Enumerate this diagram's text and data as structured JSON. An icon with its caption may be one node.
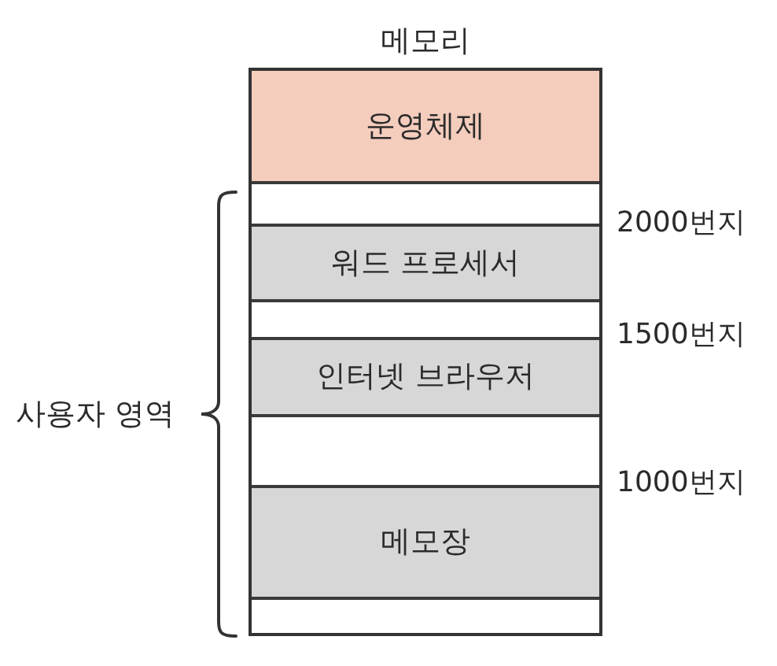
{
  "diagram": {
    "nodes": [
      {
        "text": [
          "메모리"
        ]
      },
      {
        "text": [
          "운영체제"
        ],
        "in": 0
      },
      {
        "text": [],
        "shape": "box",
        "in": 0
      },
      {
        "text": [
          "워드 프로세서"
        ],
        "in": 0
      },
      {
        "text": [],
        "shape": "box",
        "in": 0
      },
      {
        "text": [
          "인터넷 브라우저"
        ],
        "in": 0
      },
      {
        "text": [],
        "shape": "box",
        "in": 0
      },
      {
        "text": [
          "메모장"
        ],
        "in": 0
      },
      {
        "text": [],
        "shape": "box",
        "in": 0
      }
    ],
    "labels": [
      "2000번지",
      "1500번지",
      "사용자 영역",
      "1000번지"
    ]
  }
}
